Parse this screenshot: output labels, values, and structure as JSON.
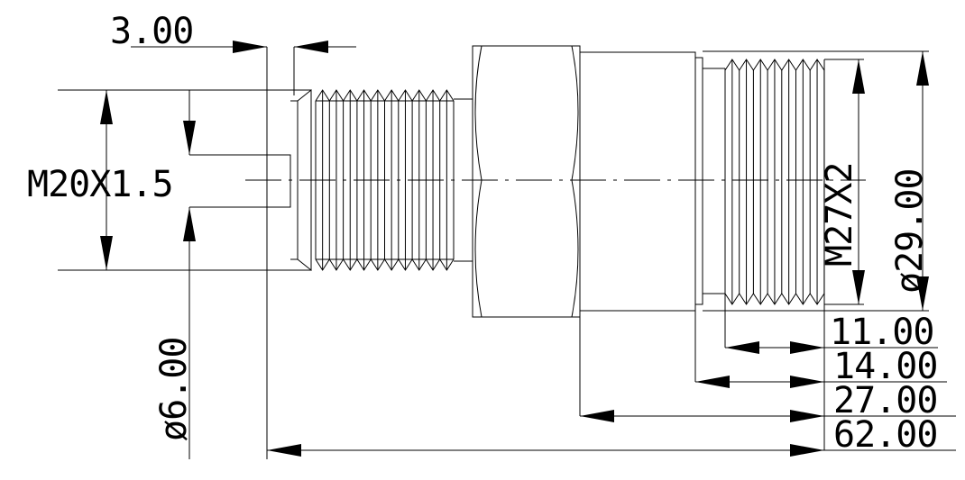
{
  "dimensions": {
    "top_width": "3.00",
    "left_thread": "M20X1.5",
    "bore_diameter": "ø6.00",
    "right_thread": "M27X2",
    "outer_diameter": "ø29.00",
    "len_11": "11.00",
    "len_14": "14.00",
    "len_27": "27.00",
    "len_62": "62.00"
  }
}
